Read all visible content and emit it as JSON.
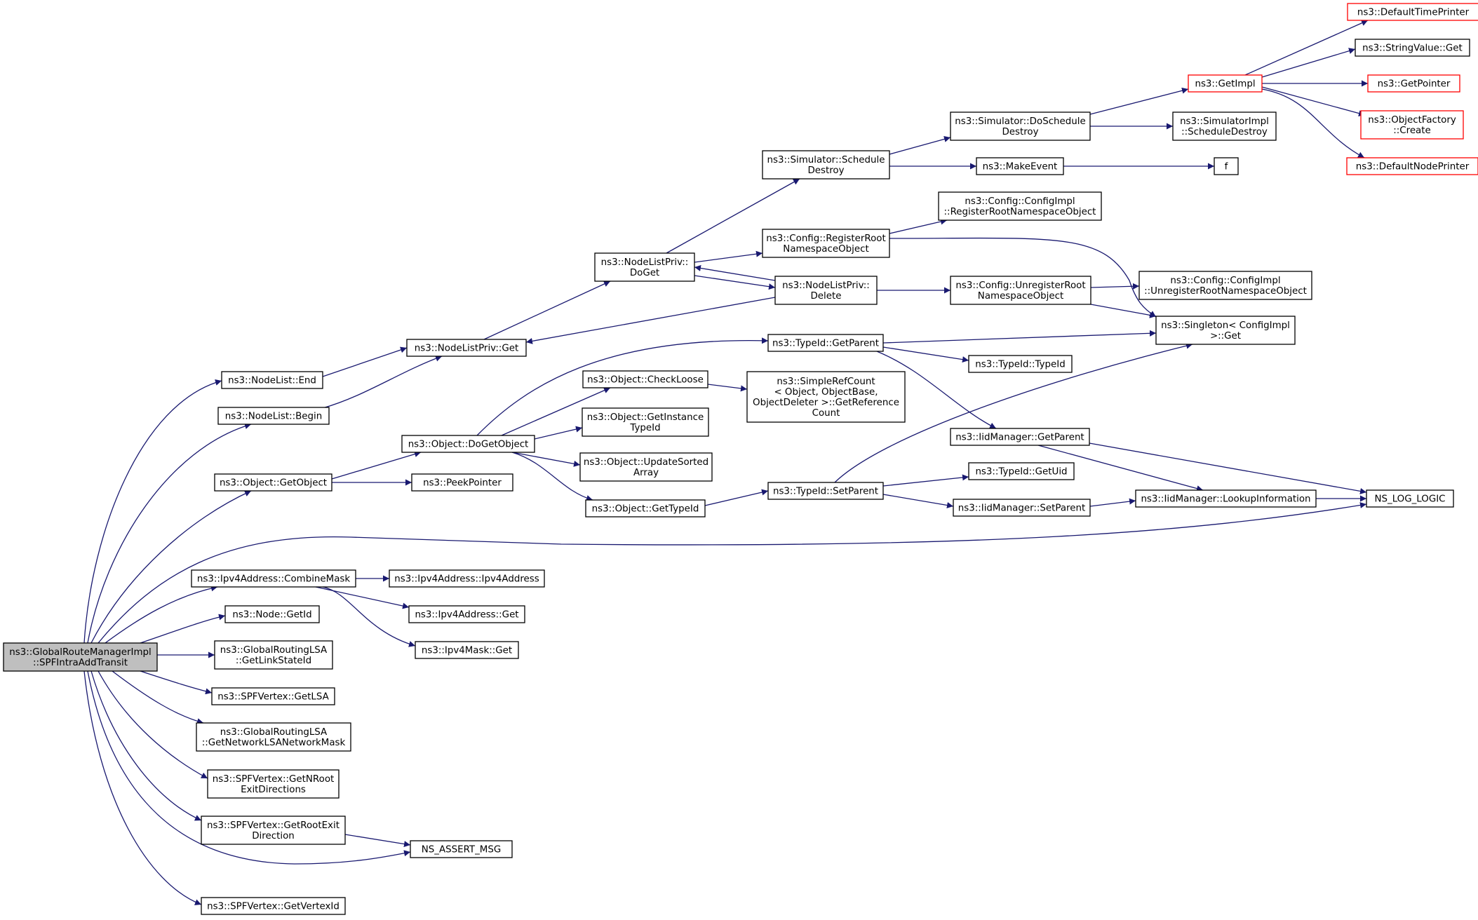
{
  "graph": {
    "colors": {
      "edge": "#191970",
      "node_border": "#000000",
      "external_border": "#ff0000",
      "root_fill": "#bfbfbf",
      "node_fill": "#ffffff"
    },
    "nodes": [
      {
        "id": "root",
        "lines": [
          "ns3::GlobalRouteManagerImpl",
          "::SPFIntraAddTransit"
        ],
        "root": true
      },
      {
        "id": "nlEnd",
        "lines": [
          "ns3::NodeList::End"
        ]
      },
      {
        "id": "nlBegin",
        "lines": [
          "ns3::NodeList::Begin"
        ]
      },
      {
        "id": "nlpGet",
        "lines": [
          "ns3::NodeListPriv::Get"
        ]
      },
      {
        "id": "nlpDoGet",
        "lines": [
          "ns3::NodeListPriv::",
          "DoGet"
        ]
      },
      {
        "id": "simSchedDestroy",
        "lines": [
          "ns3::Simulator::Schedule",
          "Destroy"
        ]
      },
      {
        "id": "simDoSchedDestroy",
        "lines": [
          "ns3::Simulator::DoSchedule",
          "Destroy"
        ]
      },
      {
        "id": "getImpl",
        "lines": [
          "ns3::GetImpl"
        ],
        "external": true
      },
      {
        "id": "defaultTimePrinter",
        "lines": [
          "ns3::DefaultTimePrinter"
        ],
        "external": true
      },
      {
        "id": "stringValueGet",
        "lines": [
          "ns3::StringValue::Get"
        ]
      },
      {
        "id": "getPointer",
        "lines": [
          "ns3::GetPointer"
        ],
        "external": true
      },
      {
        "id": "objectFactoryCreate",
        "lines": [
          "ns3::ObjectFactory",
          "::Create"
        ],
        "external": true
      },
      {
        "id": "defaultNodePrinter",
        "lines": [
          "ns3::DefaultNodePrinter"
        ],
        "external": true
      },
      {
        "id": "simImplSchedDestroy",
        "lines": [
          "ns3::SimulatorImpl",
          "::ScheduleDestroy"
        ]
      },
      {
        "id": "makeEvent",
        "lines": [
          "ns3::MakeEvent"
        ]
      },
      {
        "id": "f",
        "lines": [
          "f"
        ]
      },
      {
        "id": "cfgRegRoot",
        "lines": [
          "ns3::Config::RegisterRoot",
          "NamespaceObject"
        ]
      },
      {
        "id": "cfgImplRegRoot",
        "lines": [
          "ns3::Config::ConfigImpl",
          "::RegisterRootNamespaceObject"
        ]
      },
      {
        "id": "nlpDelete",
        "lines": [
          "ns3::NodeListPriv::",
          "Delete"
        ]
      },
      {
        "id": "cfgUnregRoot",
        "lines": [
          "ns3::Config::UnregisterRoot",
          "NamespaceObject"
        ]
      },
      {
        "id": "cfgImplUnregRoot",
        "lines": [
          "ns3::Config::ConfigImpl",
          "::UnregisterRootNamespaceObject"
        ]
      },
      {
        "id": "singletonGet",
        "lines": [
          "ns3::Singleton< ConfigImpl",
          " >::Get"
        ]
      },
      {
        "id": "typeIdGetParent",
        "lines": [
          "ns3::TypeId::GetParent"
        ]
      },
      {
        "id": "typeIdTypeId",
        "lines": [
          "ns3::TypeId::TypeId"
        ]
      },
      {
        "id": "iidGetParent",
        "lines": [
          "ns3::IidManager::GetParent"
        ]
      },
      {
        "id": "typeIdGetUid",
        "lines": [
          "ns3::TypeId::GetUid"
        ]
      },
      {
        "id": "typeIdSetParent",
        "lines": [
          "ns3::TypeId::SetParent"
        ]
      },
      {
        "id": "iidSetParent",
        "lines": [
          "ns3::IidManager::SetParent"
        ]
      },
      {
        "id": "iidLookup",
        "lines": [
          "ns3::IidManager::LookupInformation"
        ]
      },
      {
        "id": "nsLogLogic",
        "lines": [
          "NS_LOG_LOGIC"
        ]
      },
      {
        "id": "objCheckLoose",
        "lines": [
          "ns3::Object::CheckLoose"
        ]
      },
      {
        "id": "simpleRefCount",
        "lines": [
          "ns3::SimpleRefCount",
          "< Object, ObjectBase,",
          "ObjectDeleter >::GetReference",
          "Count"
        ]
      },
      {
        "id": "objGetInstanceTypeId",
        "lines": [
          "ns3::Object::GetInstance",
          "TypeId"
        ]
      },
      {
        "id": "objUpdateSorted",
        "lines": [
          "ns3::Object::UpdateSorted",
          "Array"
        ]
      },
      {
        "id": "objGetTypeId",
        "lines": [
          "ns3::Object::GetTypeId"
        ]
      },
      {
        "id": "objDoGetObject",
        "lines": [
          "ns3::Object::DoGetObject"
        ]
      },
      {
        "id": "objGetObject",
        "lines": [
          "ns3::Object::GetObject"
        ]
      },
      {
        "id": "peekPointer",
        "lines": [
          "ns3::PeekPointer"
        ]
      },
      {
        "id": "ipv4CombineMask",
        "lines": [
          "ns3::Ipv4Address::CombineMask"
        ]
      },
      {
        "id": "ipv4Ctor",
        "lines": [
          "ns3::Ipv4Address::Ipv4Address"
        ]
      },
      {
        "id": "ipv4Get",
        "lines": [
          "ns3::Ipv4Address::Get"
        ]
      },
      {
        "id": "ipv4MaskGet",
        "lines": [
          "ns3::Ipv4Mask::Get"
        ]
      },
      {
        "id": "nodeGetId",
        "lines": [
          "ns3::Node::GetId"
        ]
      },
      {
        "id": "grlsaGetLinkStateId",
        "lines": [
          "ns3::GlobalRoutingLSA",
          "::GetLinkStateId"
        ]
      },
      {
        "id": "spfGetLSA",
        "lines": [
          "ns3::SPFVertex::GetLSA"
        ]
      },
      {
        "id": "grlsaGetNetMask",
        "lines": [
          "ns3::GlobalRoutingLSA",
          "::GetNetworkLSANetworkMask"
        ]
      },
      {
        "id": "spfGetNRoot",
        "lines": [
          "ns3::SPFVertex::GetNRoot",
          "ExitDirections"
        ]
      },
      {
        "id": "spfGetRootExit",
        "lines": [
          "ns3::SPFVertex::GetRootExit",
          "Direction"
        ]
      },
      {
        "id": "nsAssertMsg",
        "lines": [
          "NS_ASSERT_MSG"
        ]
      },
      {
        "id": "spfGetVertexId",
        "lines": [
          "ns3::SPFVertex::GetVertexId"
        ]
      }
    ],
    "edges": [
      [
        "root",
        "nlEnd"
      ],
      [
        "root",
        "nlBegin"
      ],
      [
        "root",
        "objGetObject"
      ],
      [
        "root",
        "nsLogLogic"
      ],
      [
        "root",
        "ipv4CombineMask"
      ],
      [
        "root",
        "nodeGetId"
      ],
      [
        "root",
        "grlsaGetLinkStateId"
      ],
      [
        "root",
        "spfGetLSA"
      ],
      [
        "root",
        "grlsaGetNetMask"
      ],
      [
        "root",
        "spfGetNRoot"
      ],
      [
        "root",
        "spfGetRootExit"
      ],
      [
        "root",
        "nsAssertMsg"
      ],
      [
        "root",
        "spfGetVertexId"
      ],
      [
        "nlEnd",
        "nlpGet"
      ],
      [
        "nlBegin",
        "nlpGet"
      ],
      [
        "nlpGet",
        "nlpDoGet"
      ],
      [
        "nlpDoGet",
        "simSchedDestroy"
      ],
      [
        "nlpDoGet",
        "cfgRegRoot"
      ],
      [
        "nlpDoGet",
        "nlpDelete"
      ],
      [
        "nlpDelete",
        "nlpDoGet"
      ],
      [
        "nlpDelete",
        "nlpGet"
      ],
      [
        "nlpDelete",
        "cfgUnregRoot"
      ],
      [
        "simSchedDestroy",
        "simDoSchedDestroy"
      ],
      [
        "simSchedDestroy",
        "makeEvent"
      ],
      [
        "simDoSchedDestroy",
        "getImpl"
      ],
      [
        "simDoSchedDestroy",
        "simImplSchedDestroy"
      ],
      [
        "getImpl",
        "defaultTimePrinter"
      ],
      [
        "getImpl",
        "stringValueGet"
      ],
      [
        "getImpl",
        "getPointer"
      ],
      [
        "getImpl",
        "objectFactoryCreate"
      ],
      [
        "getImpl",
        "defaultNodePrinter"
      ],
      [
        "makeEvent",
        "f"
      ],
      [
        "cfgRegRoot",
        "cfgImplRegRoot"
      ],
      [
        "cfgRegRoot",
        "singletonGet"
      ],
      [
        "cfgUnregRoot",
        "cfgImplUnregRoot"
      ],
      [
        "cfgUnregRoot",
        "singletonGet"
      ],
      [
        "objGetObject",
        "objDoGetObject"
      ],
      [
        "objGetObject",
        "peekPointer"
      ],
      [
        "objDoGetObject",
        "typeIdGetParent"
      ],
      [
        "objDoGetObject",
        "objCheckLoose"
      ],
      [
        "objDoGetObject",
        "objGetInstanceTypeId"
      ],
      [
        "objDoGetObject",
        "objUpdateSorted"
      ],
      [
        "objDoGetObject",
        "objGetTypeId"
      ],
      [
        "objCheckLoose",
        "simpleRefCount"
      ],
      [
        "objGetTypeId",
        "typeIdSetParent"
      ],
      [
        "typeIdGetParent",
        "singletonGet"
      ],
      [
        "typeIdGetParent",
        "typeIdTypeId"
      ],
      [
        "typeIdGetParent",
        "iidGetParent"
      ],
      [
        "iidGetParent",
        "iidLookup"
      ],
      [
        "iidGetParent",
        "nsLogLogic"
      ],
      [
        "typeIdSetParent",
        "singletonGet"
      ],
      [
        "typeIdSetParent",
        "typeIdGetUid"
      ],
      [
        "typeIdSetParent",
        "iidSetParent"
      ],
      [
        "iidSetParent",
        "iidLookup"
      ],
      [
        "iidLookup",
        "nsLogLogic"
      ],
      [
        "ipv4CombineMask",
        "ipv4Ctor"
      ],
      [
        "ipv4CombineMask",
        "ipv4Get"
      ],
      [
        "ipv4CombineMask",
        "ipv4MaskGet"
      ],
      [
        "spfGetRootExit",
        "nsAssertMsg"
      ]
    ]
  }
}
